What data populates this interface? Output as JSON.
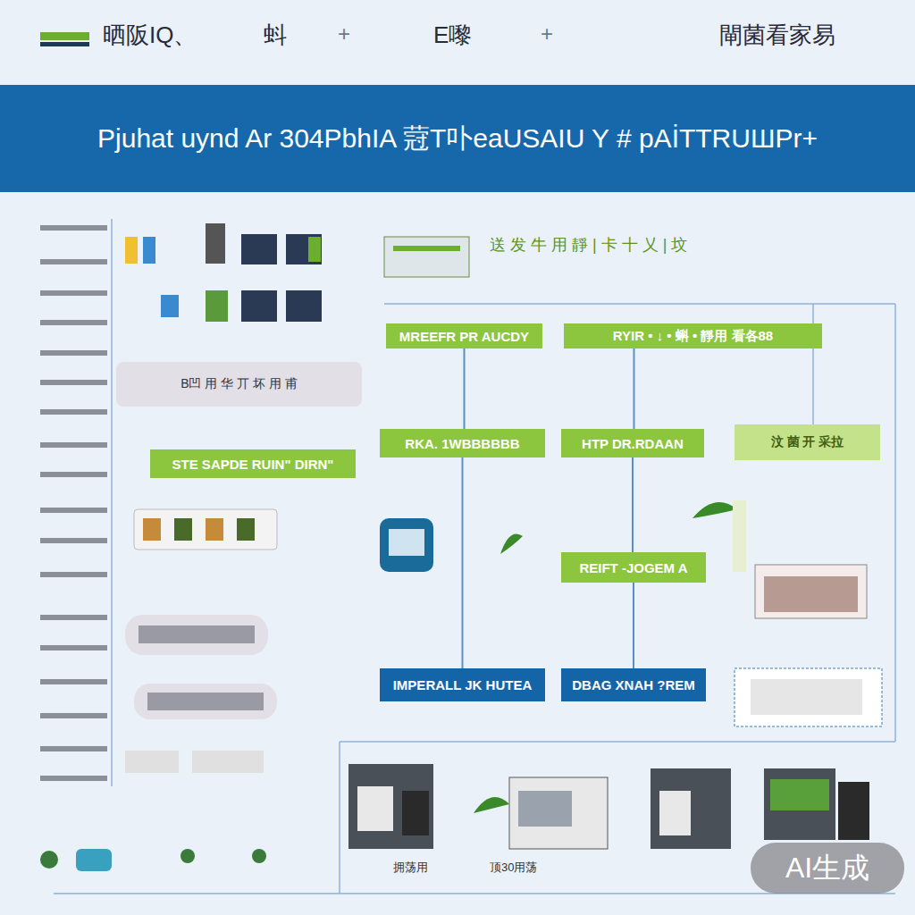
{
  "diagram": {
    "title": "Pjuhat uynd Ar 304PbhIA 蒄T卟eaUSAIU Y # pAİTTRUШPr+",
    "nodes": [
      {
        "text": [
          "MREEFR PR AUCDY"
        ]
      },
      {
        "text": [
          "RYIR • ↓ • 蝌 • 靜用 看各88"
        ]
      },
      {
        "text": [
          "B凹 用 华 丌 坏 用 甫"
        ]
      },
      {
        "text": [
          "RKA. 1WBBBBBB"
        ]
      },
      {
        "text": [
          "HTP DR.RDAAN"
        ]
      },
      {
        "text": [
          "汶 菌 开 采拉"
        ]
      },
      {
        "text": [
          "STE SAPDE RUIN\" DIRN\""
        ]
      },
      {
        "text": [
          "REIFT -JOGEM A"
        ]
      },
      {
        "text": [
          "IMPERALL JK HUTEA"
        ]
      },
      {
        "text": [
          "DBAG XNAH ?REM"
        ]
      }
    ],
    "edges": [
      {
        "from": 0,
        "to": 3,
        "arrow": "none"
      },
      {
        "from": 1,
        "to": 4,
        "arrow": "none"
      },
      {
        "from": 4,
        "to": 7,
        "arrow": "none"
      },
      {
        "from": 7,
        "to": 9,
        "arrow": "none"
      },
      {
        "from": 3,
        "to": 8,
        "arrow": "none"
      }
    ],
    "labels": [
      "晒阪IQ、",
      "蚪",
      "+",
      "E嚟",
      "+",
      "閘菌看家易",
      "送 发 牛 用 靜 | 卡 十 乂 | 坟",
      "拥荡用",
      "顶30用荡",
      "AI生成"
    ]
  }
}
